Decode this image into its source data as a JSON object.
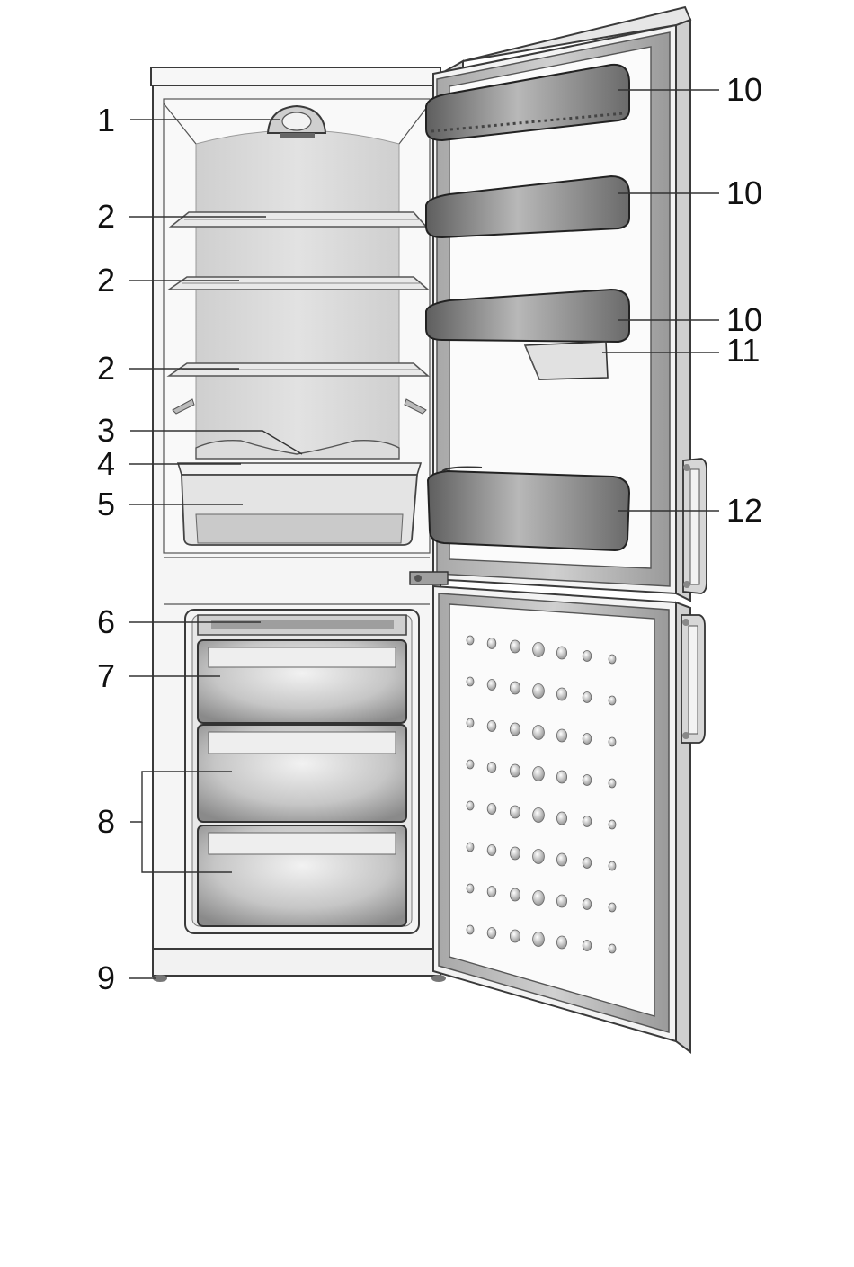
{
  "callouts": {
    "c1": "1",
    "c2a": "2",
    "c2b": "2",
    "c2c": "2",
    "c3": "3",
    "c4": "4",
    "c5": "5",
    "c6": "6",
    "c7": "7",
    "c8": "8",
    "c9": "9",
    "c10a": "10",
    "c10b": "10",
    "c10c": "10",
    "c11": "11",
    "c12": "12"
  },
  "colors": {
    "line": "#333333",
    "cabinet": "#f4f4f4",
    "interior_back": "#d4d4d4",
    "door_panel": "#bdbdbd",
    "shelf_dark": "#7a7a7a"
  }
}
